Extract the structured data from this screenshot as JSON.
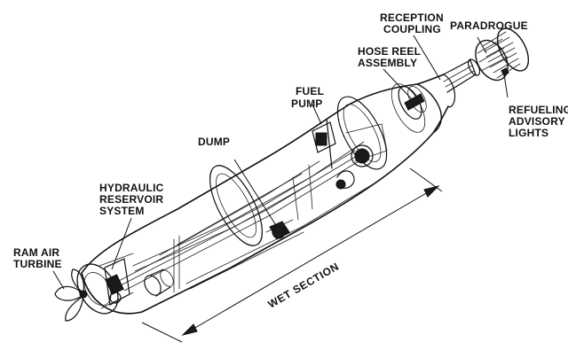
{
  "diagram": {
    "labels": {
      "reception_coupling_line1": "RECEPTION",
      "reception_coupling_line2": "COUPLING",
      "paradrogue": "PARADROGUE",
      "hose_reel_line1": "HOSE REEL",
      "hose_reel_line2": "ASSEMBLY",
      "fuel_pump_line1": "FUEL",
      "fuel_pump_line2": "PUMP",
      "refueling_line1": "REFUELING",
      "refueling_line2": "ADVISORY",
      "refueling_line3": "LIGHTS",
      "dump": "DUMP",
      "hydraulic_line1": "HYDRAULIC",
      "hydraulic_line2": "RESERVOIR",
      "hydraulic_line3": "SYSTEM",
      "ram_air_line1": "RAM AIR",
      "ram_air_line2": "TURBINE",
      "wet_section": "WET SECTION"
    }
  }
}
